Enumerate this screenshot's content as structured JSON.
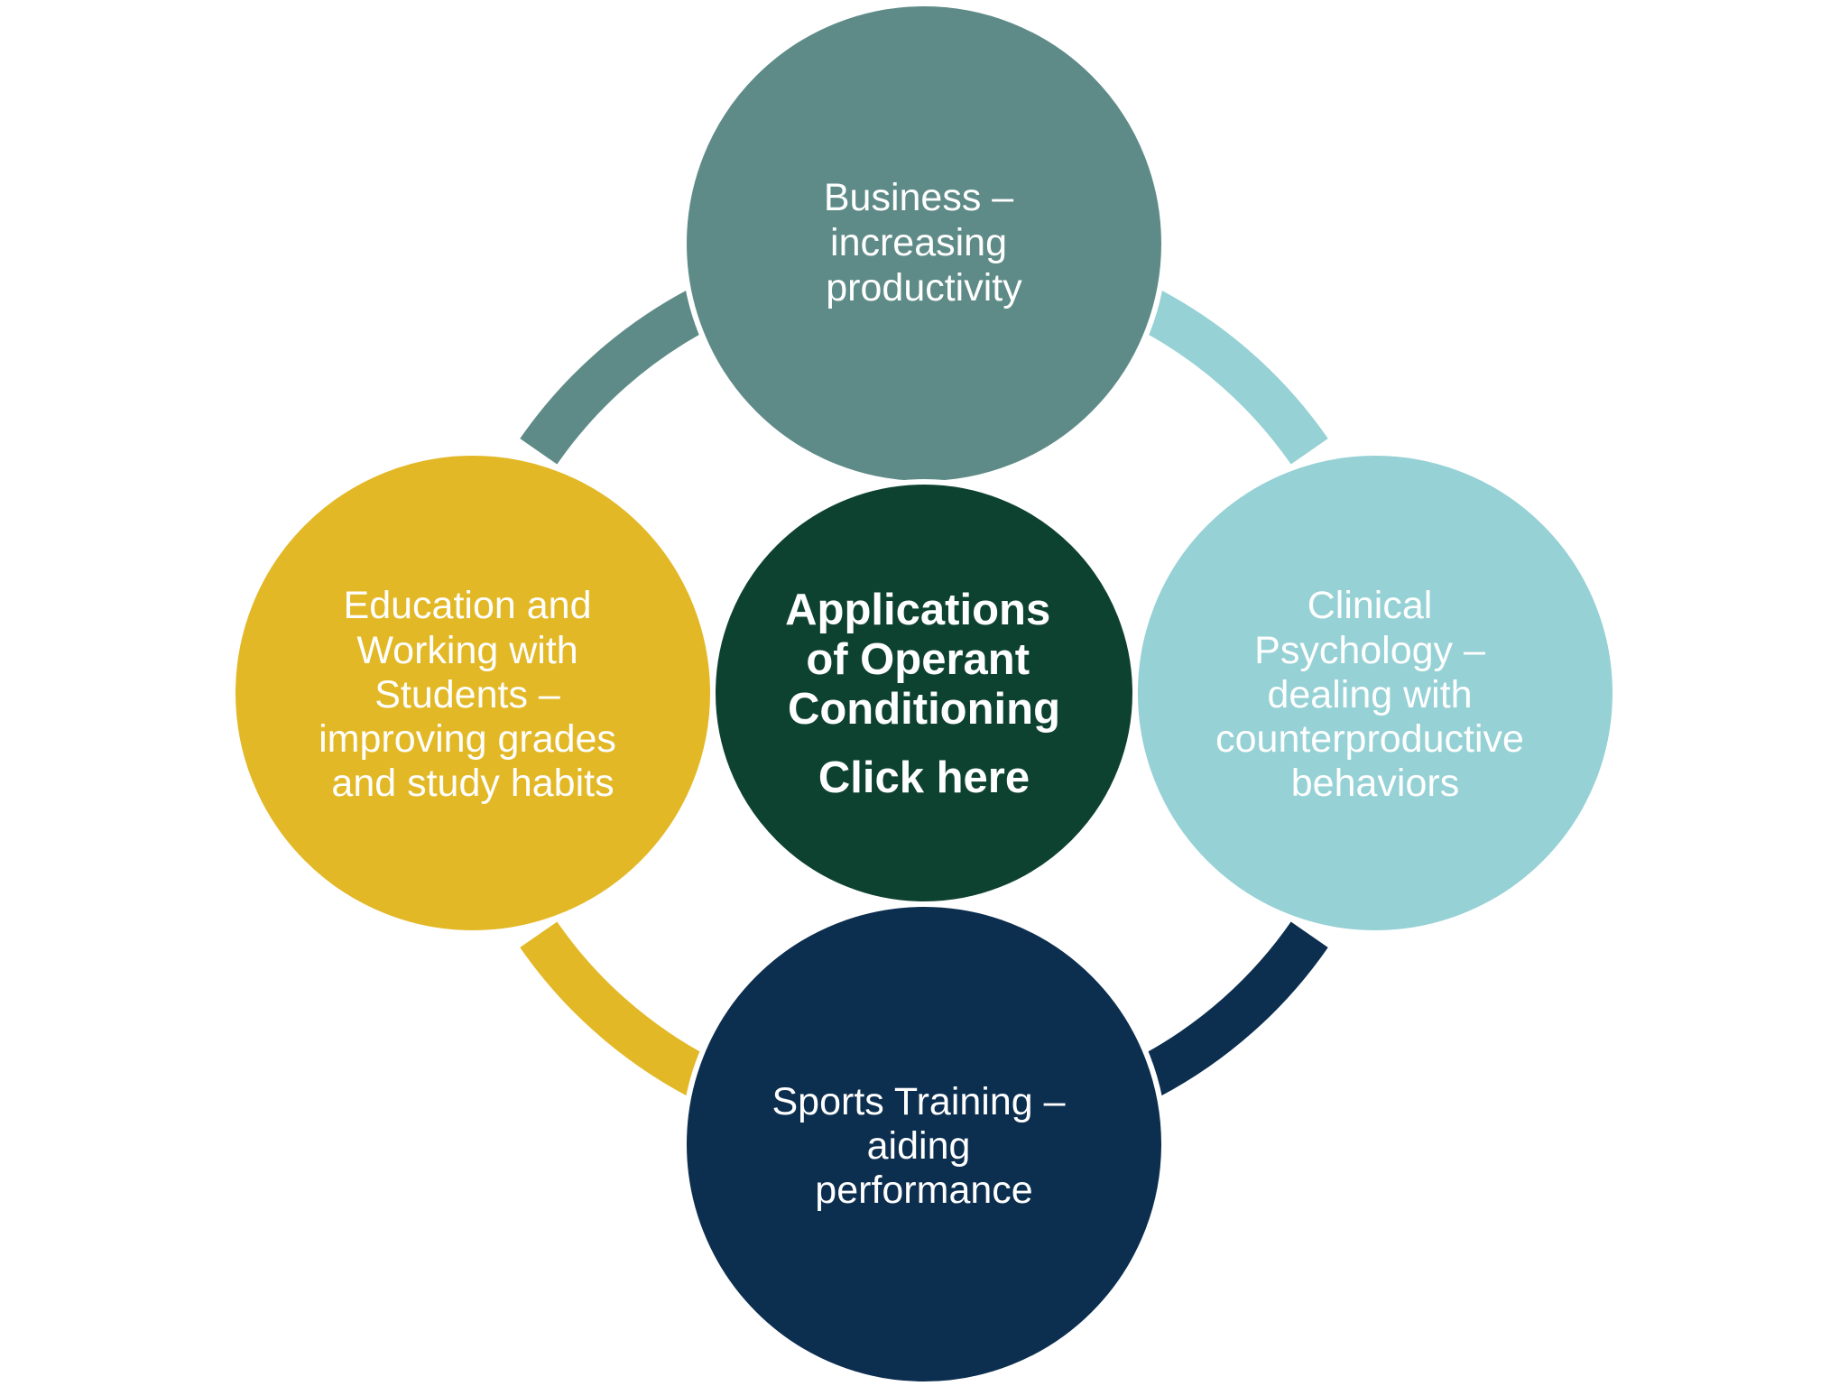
{
  "colors": {
    "business": "#5e8b87",
    "clinical": "#96d1d5",
    "sports": "#0c2e4f",
    "education": "#e3b826",
    "center": "#0e4230",
    "text": "#ffffff"
  },
  "center": {
    "title_lines": [
      "Applications",
      "of Operant",
      "Conditioning"
    ],
    "link_label": "Click here"
  },
  "nodes": {
    "business": {
      "lines": [
        "Business –",
        "increasing",
        "productivity"
      ]
    },
    "clinical": {
      "lines": [
        "Clinical",
        "Psychology –",
        "dealing with",
        "counterproductive",
        "behaviors"
      ]
    },
    "sports": {
      "lines": [
        "Sports Training –",
        "aiding",
        "performance"
      ]
    },
    "education": {
      "lines": [
        "Education and",
        "Working with",
        "Students –",
        "improving grades",
        "and study habits"
      ]
    }
  }
}
